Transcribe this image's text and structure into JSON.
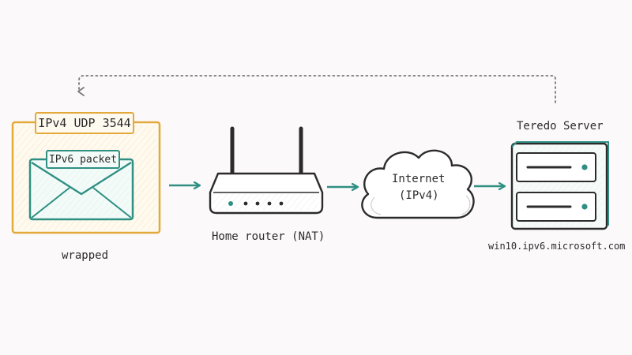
{
  "envelope": {
    "outer_label": "IPv4 UDP 3544",
    "inner_label": "IPv6 packet",
    "caption": "wrapped"
  },
  "router": {
    "caption": "Home router (NAT)"
  },
  "internet": {
    "line1": "Internet",
    "line2": "(IPv4)"
  },
  "server": {
    "title": "Teredo Server",
    "hostname": "win10.ipv6.microsoft.com"
  },
  "colors": {
    "accent_teal": "#2f8f83",
    "accent_orange": "#e3a93a",
    "ink": "#2b2b2b",
    "dotted_gray": "#7a7a7a"
  },
  "icons": [
    "envelope-icon",
    "router-icon",
    "cloud-icon",
    "server-icon"
  ]
}
